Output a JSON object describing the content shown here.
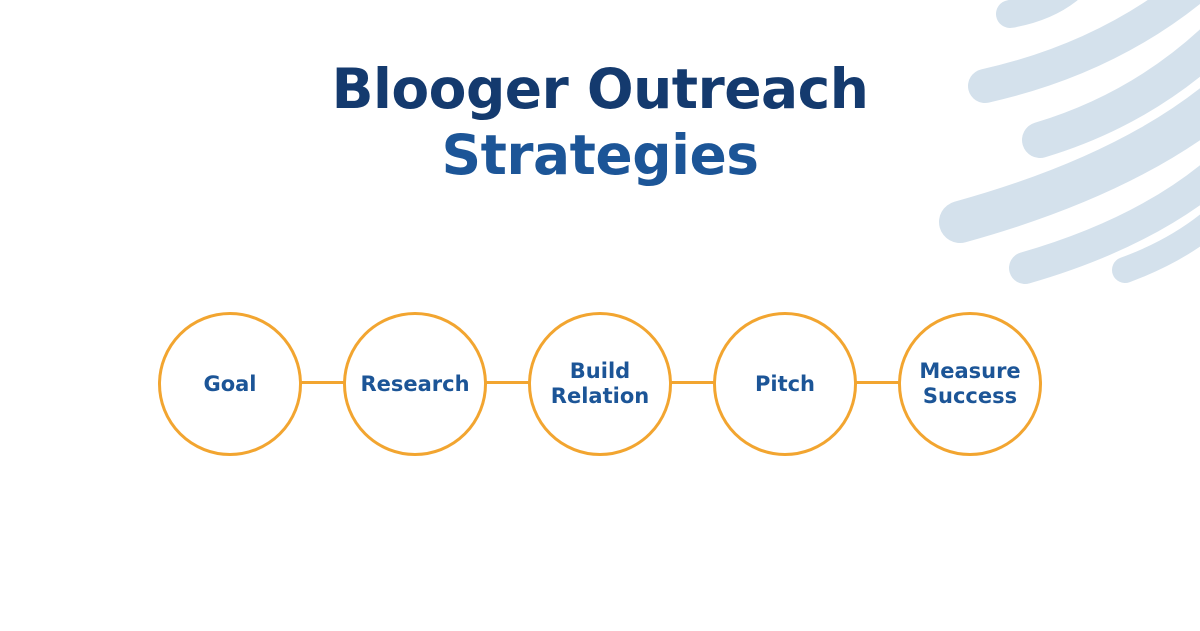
{
  "title": {
    "line1": "Blooger Outreach",
    "line2": "Strategies"
  },
  "steps": [
    {
      "label": "Goal"
    },
    {
      "label": "Research"
    },
    {
      "label": "Build\nRelation"
    },
    {
      "label": "Pitch"
    },
    {
      "label": "Measure\nSuccess"
    }
  ],
  "colors": {
    "title_dark": "#143a6e",
    "title_blue": "#1c5597",
    "circle_border": "#f2a530",
    "connector": "#f2a530",
    "decoration": "#d4e1ec"
  }
}
